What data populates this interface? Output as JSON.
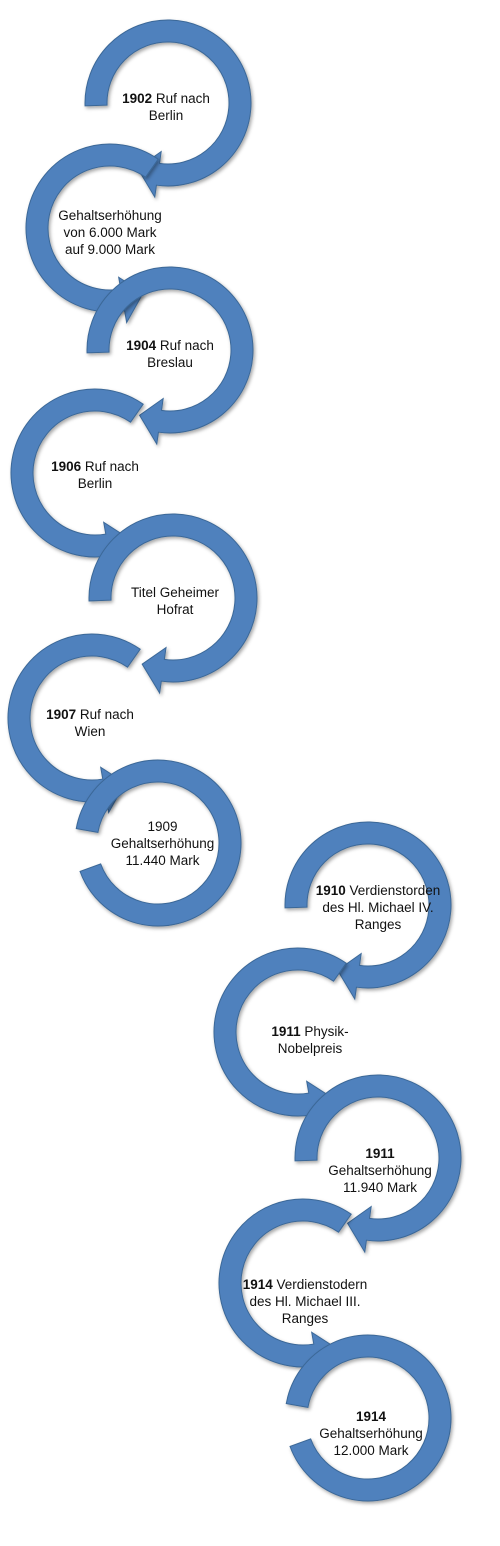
{
  "colors": {
    "arrow": "#4F81BD",
    "arrow_edge": "#3B6797",
    "text": "#111111"
  },
  "steps": [
    {
      "lines": [
        {
          "bold": "1902",
          "text": " Ruf nach"
        },
        {
          "bold": "",
          "text": "Berlin"
        }
      ]
    },
    {
      "lines": [
        {
          "bold": "",
          "text": "Gehaltserhöhung"
        },
        {
          "bold": "",
          "text": "von 6.000 Mark"
        },
        {
          "bold": "",
          "text": "auf 9.000 Mark"
        }
      ]
    },
    {
      "lines": [
        {
          "bold": "1904",
          "text": " Ruf nach"
        },
        {
          "bold": "",
          "text": "Breslau"
        }
      ]
    },
    {
      "lines": [
        {
          "bold": "1906",
          "text": " Ruf nach"
        },
        {
          "bold": "",
          "text": "Berlin"
        }
      ]
    },
    {
      "lines": [
        {
          "bold": "",
          "text": "Titel Geheimer"
        },
        {
          "bold": "",
          "text": "Hofrat"
        }
      ]
    },
    {
      "lines": [
        {
          "bold": "1907",
          "text": " Ruf nach"
        },
        {
          "bold": "",
          "text": "Wien"
        }
      ]
    },
    {
      "lines": [
        {
          "bold": "",
          "text": "1909"
        },
        {
          "bold": "",
          "text": "Gehaltserhöhung"
        },
        {
          "bold": "",
          "text": "11.440 Mark"
        }
      ]
    },
    {
      "lines": [
        {
          "bold": "1910",
          "text": " Verdienstorden"
        },
        {
          "bold": "",
          "text": "des Hl. Michael IV."
        },
        {
          "bold": "",
          "text": "Ranges"
        }
      ]
    },
    {
      "lines": [
        {
          "bold": "1911",
          "text": " Physik-"
        },
        {
          "bold": "",
          "text": "Nobelpreis"
        }
      ]
    },
    {
      "lines": [
        {
          "bold": "1911",
          "text": ""
        },
        {
          "bold": "",
          "text": "Gehaltserhöhung"
        },
        {
          "bold": "",
          "text": "11.940 Mark"
        }
      ]
    },
    {
      "lines": [
        {
          "bold": "1914",
          "text": " Verdienstodern"
        },
        {
          "bold": "",
          "text": "des Hl. Michael III."
        },
        {
          "bold": "",
          "text": "Ranges"
        }
      ]
    },
    {
      "lines": [
        {
          "bold": "1914",
          "text": ""
        },
        {
          "bold": "",
          "text": "Gehaltserhöhung"
        },
        {
          "bold": "",
          "text": "12.000 Mark"
        }
      ]
    }
  ]
}
